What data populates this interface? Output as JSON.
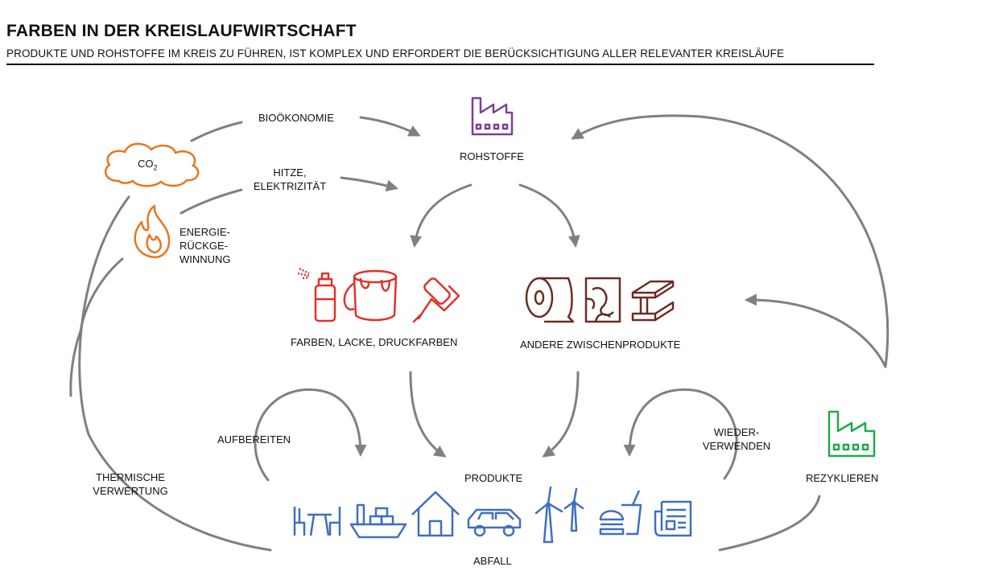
{
  "header": {
    "title": "FARBEN IN DER KREISLAUFWIRTSCHAFT",
    "subtitle": "PRODUKTE UND ROHSTOFFE  IM KREIS ZU FÜHREN, IST KOMPLEX UND ERFORDERT DIE BERÜCKSICHTIGUNG  ALLER RELEVANTER KREISLÄUFE"
  },
  "labels": {
    "biooekonomie": "BIOÖKONOMIE",
    "rohstoffe": "ROHSTOFFE",
    "co2_main": "CO",
    "co2_sub": "2",
    "hitze_1": "HITZE,",
    "hitze_2": "ELEKTRIZITÄT",
    "energie_1": "ENERGIE-",
    "energie_2": "RÜCKGE-",
    "energie_3": "WINNUNG",
    "farben": "FARBEN, LACKE, DRUCKFARBEN",
    "andere": "ANDERE ZWISCHENPRODUKTE",
    "aufbereiten": "AUFBEREITEN",
    "wieder_1": "WIEDER-",
    "wieder_2": "VERWENDEN",
    "thermische_1": "THERMISCHE",
    "thermische_2": "VERWERTUNG",
    "rezyklieren": "REZYKLIEREN",
    "produkte": "PRODUKTE",
    "abfall": "ABFALL"
  },
  "colors": {
    "arrow": "#808080",
    "rohstoffe_icon": "#7b3f9e",
    "co2_fire": "#e8761e",
    "farben_icons": "#e0322b",
    "zwischen_icons": "#6b2c22",
    "produkte_icons": "#3f6fbf",
    "rezyklieren_icon": "#1faa4c"
  }
}
